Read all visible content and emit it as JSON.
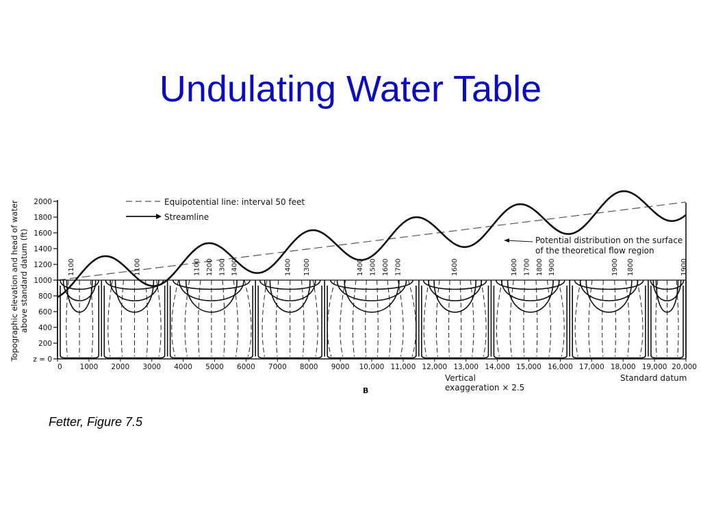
{
  "slide": {
    "title": "Undulating Water Table",
    "caption": "Fetter, Figure 7.5"
  },
  "colors": {
    "title": "#0b0bbf",
    "ink": "#111111"
  },
  "figure": {
    "y_axis_label_line1": "Topographic elevation and head of water",
    "y_axis_label_line2": "above standard datum (ft)",
    "y_ticks": [
      "2000",
      "1800",
      "1600",
      "1400",
      "1200",
      "1000",
      "800",
      "600",
      "400",
      "200",
      "z = 0"
    ],
    "x_ticks": [
      "0",
      "1000",
      "2000",
      "3000",
      "4000",
      "5000",
      "6000",
      "7000",
      "8000",
      "9000",
      "10,000",
      "11,000",
      "12,000",
      "13,000",
      "14,000",
      "15,000",
      "16,000",
      "17,000",
      "18,000",
      "19,000",
      "20,000"
    ],
    "legend": {
      "equipotential": "Equipotential line: interval 50 feet",
      "streamline": "Streamline"
    },
    "annotation_line1": "Potential distribution on the surface",
    "annotation_line2": "of the theoretical flow region",
    "note_vertical": "Vertical",
    "note_exaggeration": "exaggeration × 2.5",
    "standard_datum": "Standard datum",
    "panel_letter": "B",
    "contour_labels": [
      {
        "text": "1100",
        "x": 500
      },
      {
        "text": "1100",
        "x": 2600
      },
      {
        "text": "1100",
        "x": 4500
      },
      {
        "text": "1200",
        "x": 4900
      },
      {
        "text": "1300",
        "x": 5300
      },
      {
        "text": "1400",
        "x": 5700
      },
      {
        "text": "1400",
        "x": 7400
      },
      {
        "text": "1300",
        "x": 8000
      },
      {
        "text": "1400",
        "x": 9700
      },
      {
        "text": "1500",
        "x": 10100
      },
      {
        "text": "1600",
        "x": 10500
      },
      {
        "text": "1700",
        "x": 10900
      },
      {
        "text": "1600",
        "x": 12700
      },
      {
        "text": "1600",
        "x": 14600
      },
      {
        "text": "1700",
        "x": 15000
      },
      {
        "text": "1800",
        "x": 15400
      },
      {
        "text": "1900",
        "x": 15800
      },
      {
        "text": "1900",
        "x": 17800
      },
      {
        "text": "1800",
        "x": 18300
      },
      {
        "text": "1900",
        "x": 20000
      }
    ]
  }
}
